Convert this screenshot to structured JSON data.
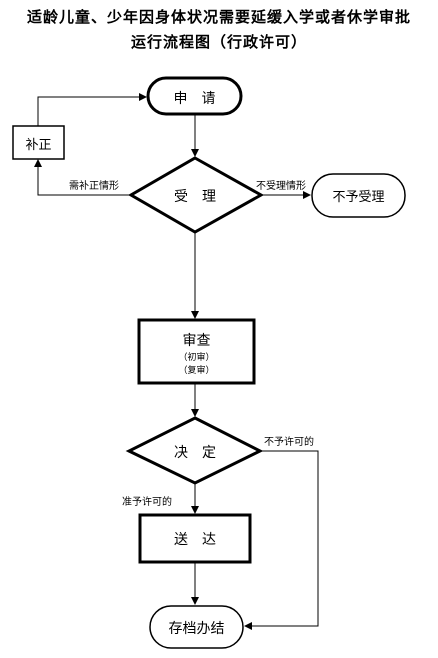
{
  "title": {
    "line1": "适龄儿童、少年因身体状况需要延缓入学或者休学审批",
    "line2": "运行流程图（行政许可）"
  },
  "nodes": {
    "apply": "申　请",
    "correct": "补正",
    "accept": "受　理",
    "reject_accept": "不予受理",
    "review": "审查",
    "review_first": "（初审）",
    "review_second": "（复审）",
    "decide": "决　定",
    "deliver": "送　达",
    "archive": "存档办结"
  },
  "edges": {
    "need_correction": "需补正情形",
    "not_accepted": "不受理情形",
    "not_permitted": "不予许可的",
    "permitted": "准予许可的"
  }
}
